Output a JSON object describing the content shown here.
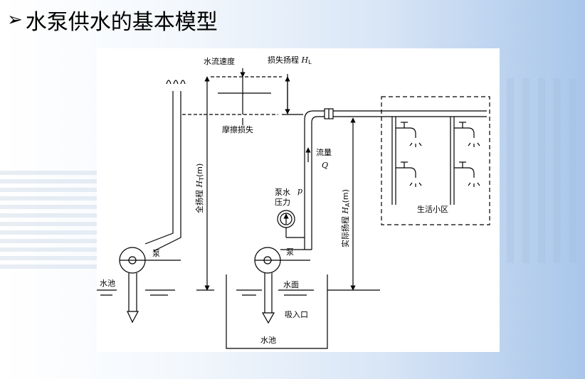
{
  "slide": {
    "bullet": "➢",
    "title": "水泵供水的基本模型"
  },
  "diagram": {
    "water_speed": "水流速度",
    "head_loss_label": "损失扬程",
    "head_loss_sym": "H",
    "head_loss_sub": "L",
    "friction_loss": "摩擦损失",
    "total_head_label": "全扬程",
    "total_head_sym": "H",
    "total_head_sub": "T",
    "total_head_unit": "(m)",
    "pump_left": "泵",
    "pool_left": "水池",
    "flow_label": "流量",
    "flow_sym": "Q",
    "pressure_label_1": "泵水",
    "pressure_label_2": "压力",
    "pressure_sym": "p",
    "pump_right": "泵",
    "water_surface": "水面",
    "suction_inlet": "吸入口",
    "pool_bottom": "水池",
    "actual_head_label": "实际扬程",
    "actual_head_sym": "H",
    "actual_head_sub": "A",
    "actual_head_unit": "(m)",
    "community": "生活小区"
  }
}
